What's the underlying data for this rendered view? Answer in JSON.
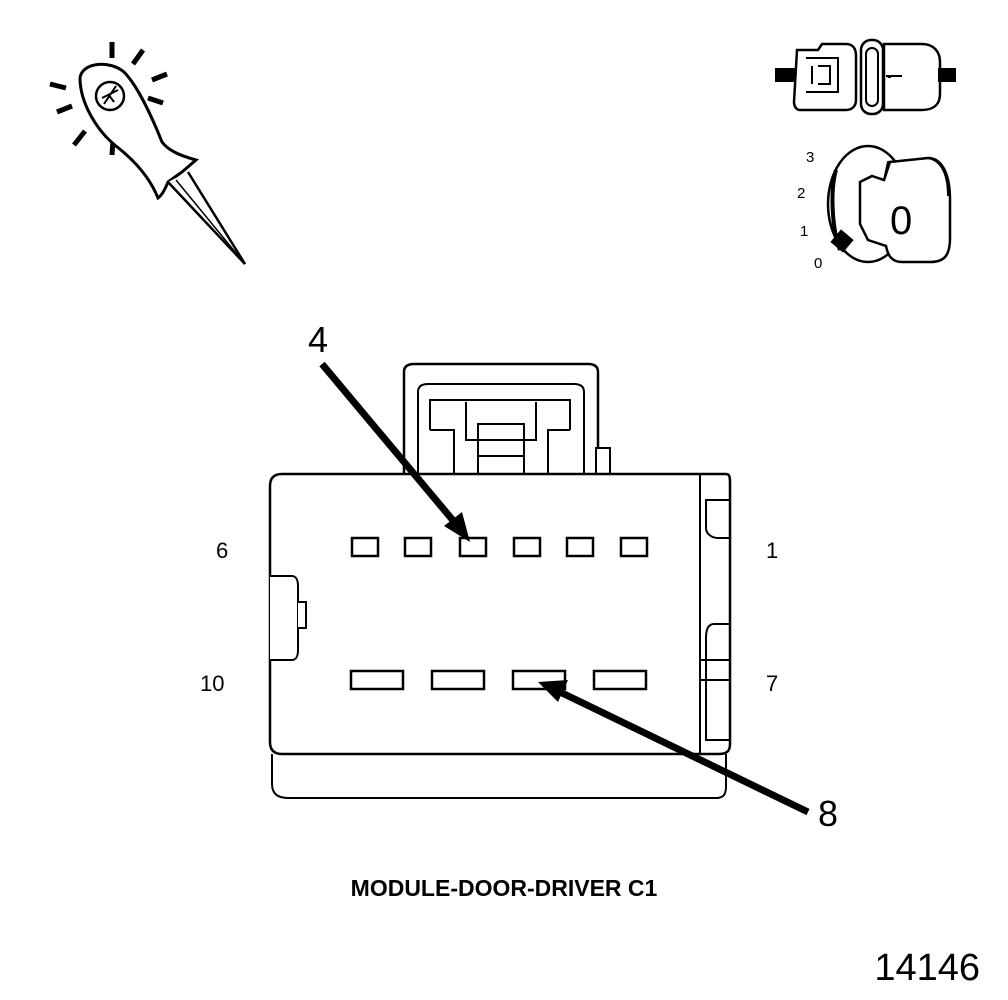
{
  "diagram": {
    "title": "MODULE-DOOR-DRIVER C1",
    "figure_number": "14146",
    "callouts": {
      "upper": "4",
      "lower": "8"
    },
    "pin_labels": {
      "top_left": "6",
      "top_right": "1",
      "bottom_left": "10",
      "bottom_right": "7"
    },
    "ignition_switch": {
      "positions": [
        "0",
        "1",
        "2",
        "3"
      ],
      "key_label": "0"
    },
    "connector_icon": {
      "mark": "-"
    }
  },
  "colors": {
    "line": "#000000",
    "background": "#ffffff"
  },
  "icons": [
    "test-probe-icon",
    "disconnect-connector-icon",
    "ignition-key-icon"
  ]
}
